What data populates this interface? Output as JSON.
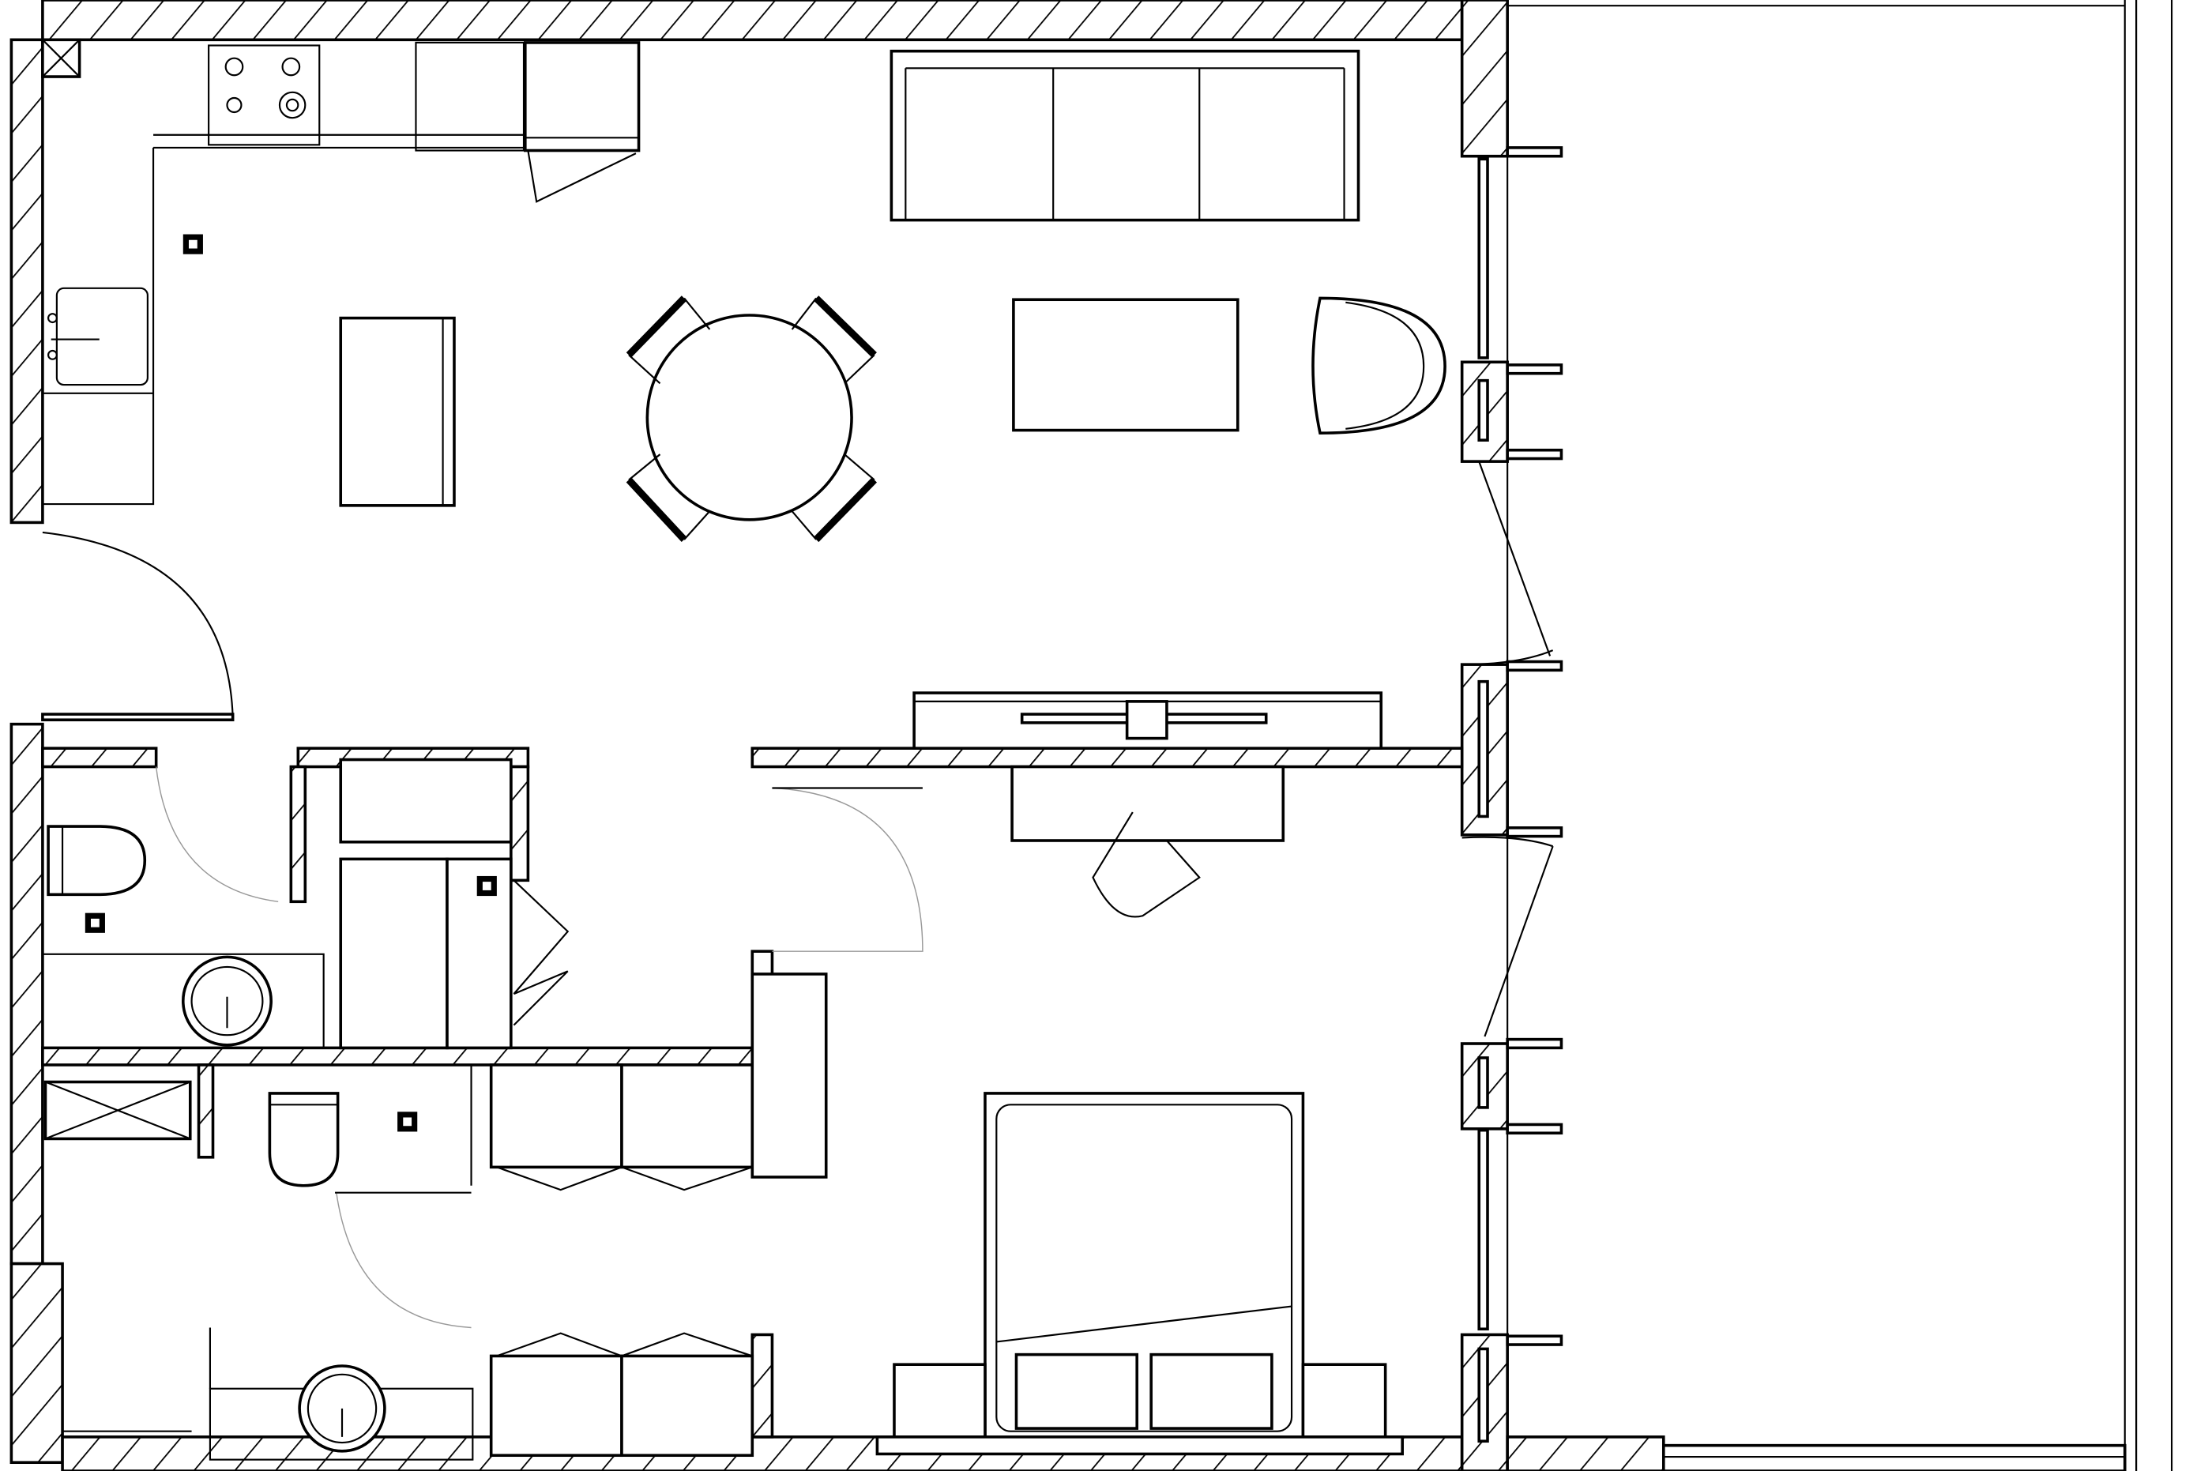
{
  "plan": {
    "line_color": "#000000",
    "background": "#ffffff",
    "rooms": [
      "kitchen",
      "living-dining",
      "bathroom",
      "second-bathroom",
      "bedroom",
      "balcony"
    ]
  }
}
